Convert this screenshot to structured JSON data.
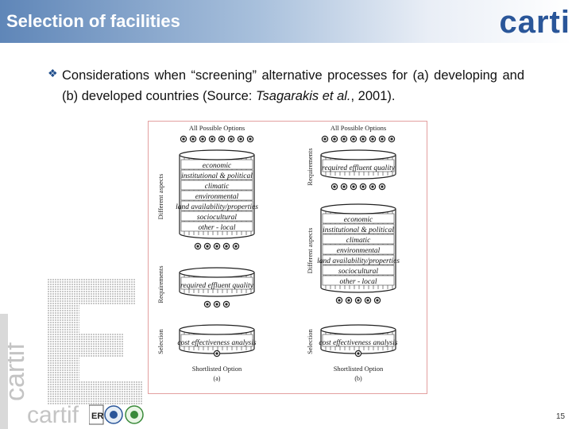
{
  "header": {
    "title": "Selection of facilities",
    "logo": "carti"
  },
  "content": {
    "bullet_icon": "diamond-bullet-icon",
    "text_main": "Considerations when “screening” alternative processes for (a) developing and (b) developed countries (Source: ",
    "text_cite": "Tsagarakis et al.",
    "text_end": ", 2001)."
  },
  "figure": {
    "panel_a": {
      "top_label": "All Possible Options",
      "side_labels": [
        "Different aspects",
        "Requirements",
        "Selection"
      ],
      "stack1": [
        "economic",
        "institutional & political",
        "climatic",
        "environmental",
        "land availability/properties",
        "sociocultural",
        "other - local"
      ],
      "stack2": [
        "required effluent quality"
      ],
      "stack3": [
        "cost effectiveness analysis"
      ],
      "bottom_label": "Shortlisted Option",
      "caption": "(a)"
    },
    "panel_b": {
      "top_label": "All Possible Options",
      "side_labels": [
        "Requirements",
        "Different aspects",
        "Selection"
      ],
      "stack1": [
        "required effluent quality"
      ],
      "stack2": [
        "economic",
        "institutional & political",
        "climatic",
        "environmental",
        "land availability/properties",
        "sociocultural",
        "other - local"
      ],
      "stack3": [
        "cost effectiveness analysis"
      ],
      "bottom_label": "Shortlisted Option",
      "caption": "(b)"
    }
  },
  "footer": {
    "watermark_text": "cartif",
    "page_number": "15"
  }
}
